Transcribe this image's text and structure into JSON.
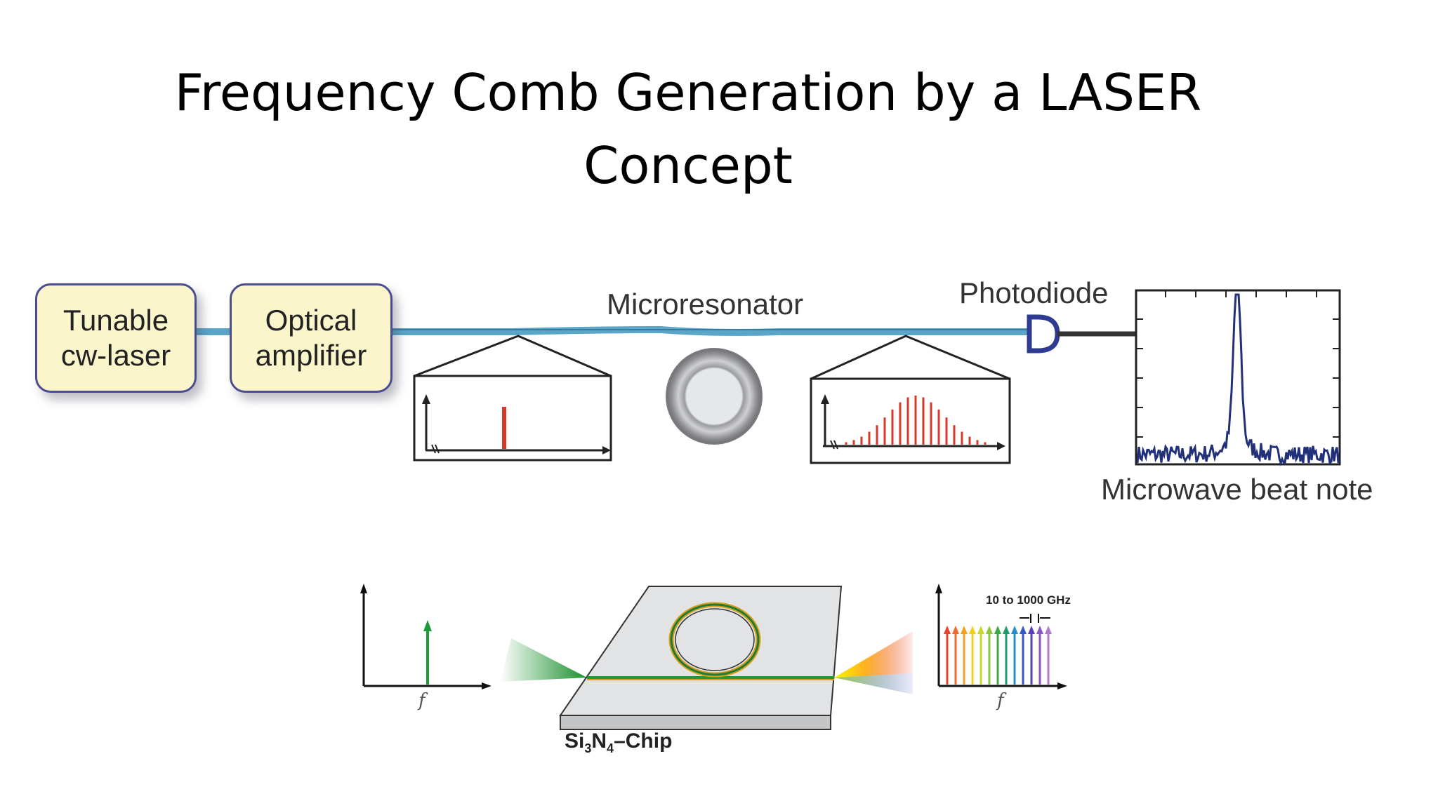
{
  "title": {
    "line1": "Frequency Comb Generation by a LASER",
    "line2": "Concept"
  },
  "top_diagram": {
    "laser_box": {
      "line1": "Tunable",
      "line2": "cw-laser"
    },
    "amplifier_box": {
      "line1": "Optical",
      "line2": "amplifier"
    },
    "microresonator_label": "Microresonator",
    "photodiode_label": "Photodiode",
    "beat_note_label": "Microwave beat note"
  },
  "bottom_diagram": {
    "chip_label_prefix": "Si",
    "chip_sub1": "3",
    "chip_mid": "N",
    "chip_sub2": "4",
    "chip_label_suffix": "–Chip",
    "spacing_label": "10 to 1000 GHz",
    "axis_label_left": "f",
    "axis_label_right": "f"
  },
  "colors": {
    "waveguide": "#5aa6c9",
    "box_fill": "#fbf5cc",
    "box_border": "#4b4d8e",
    "red_line": "#d63a2a",
    "beat_trace": "#22307a",
    "pump_green": "#1f9a3a"
  }
}
